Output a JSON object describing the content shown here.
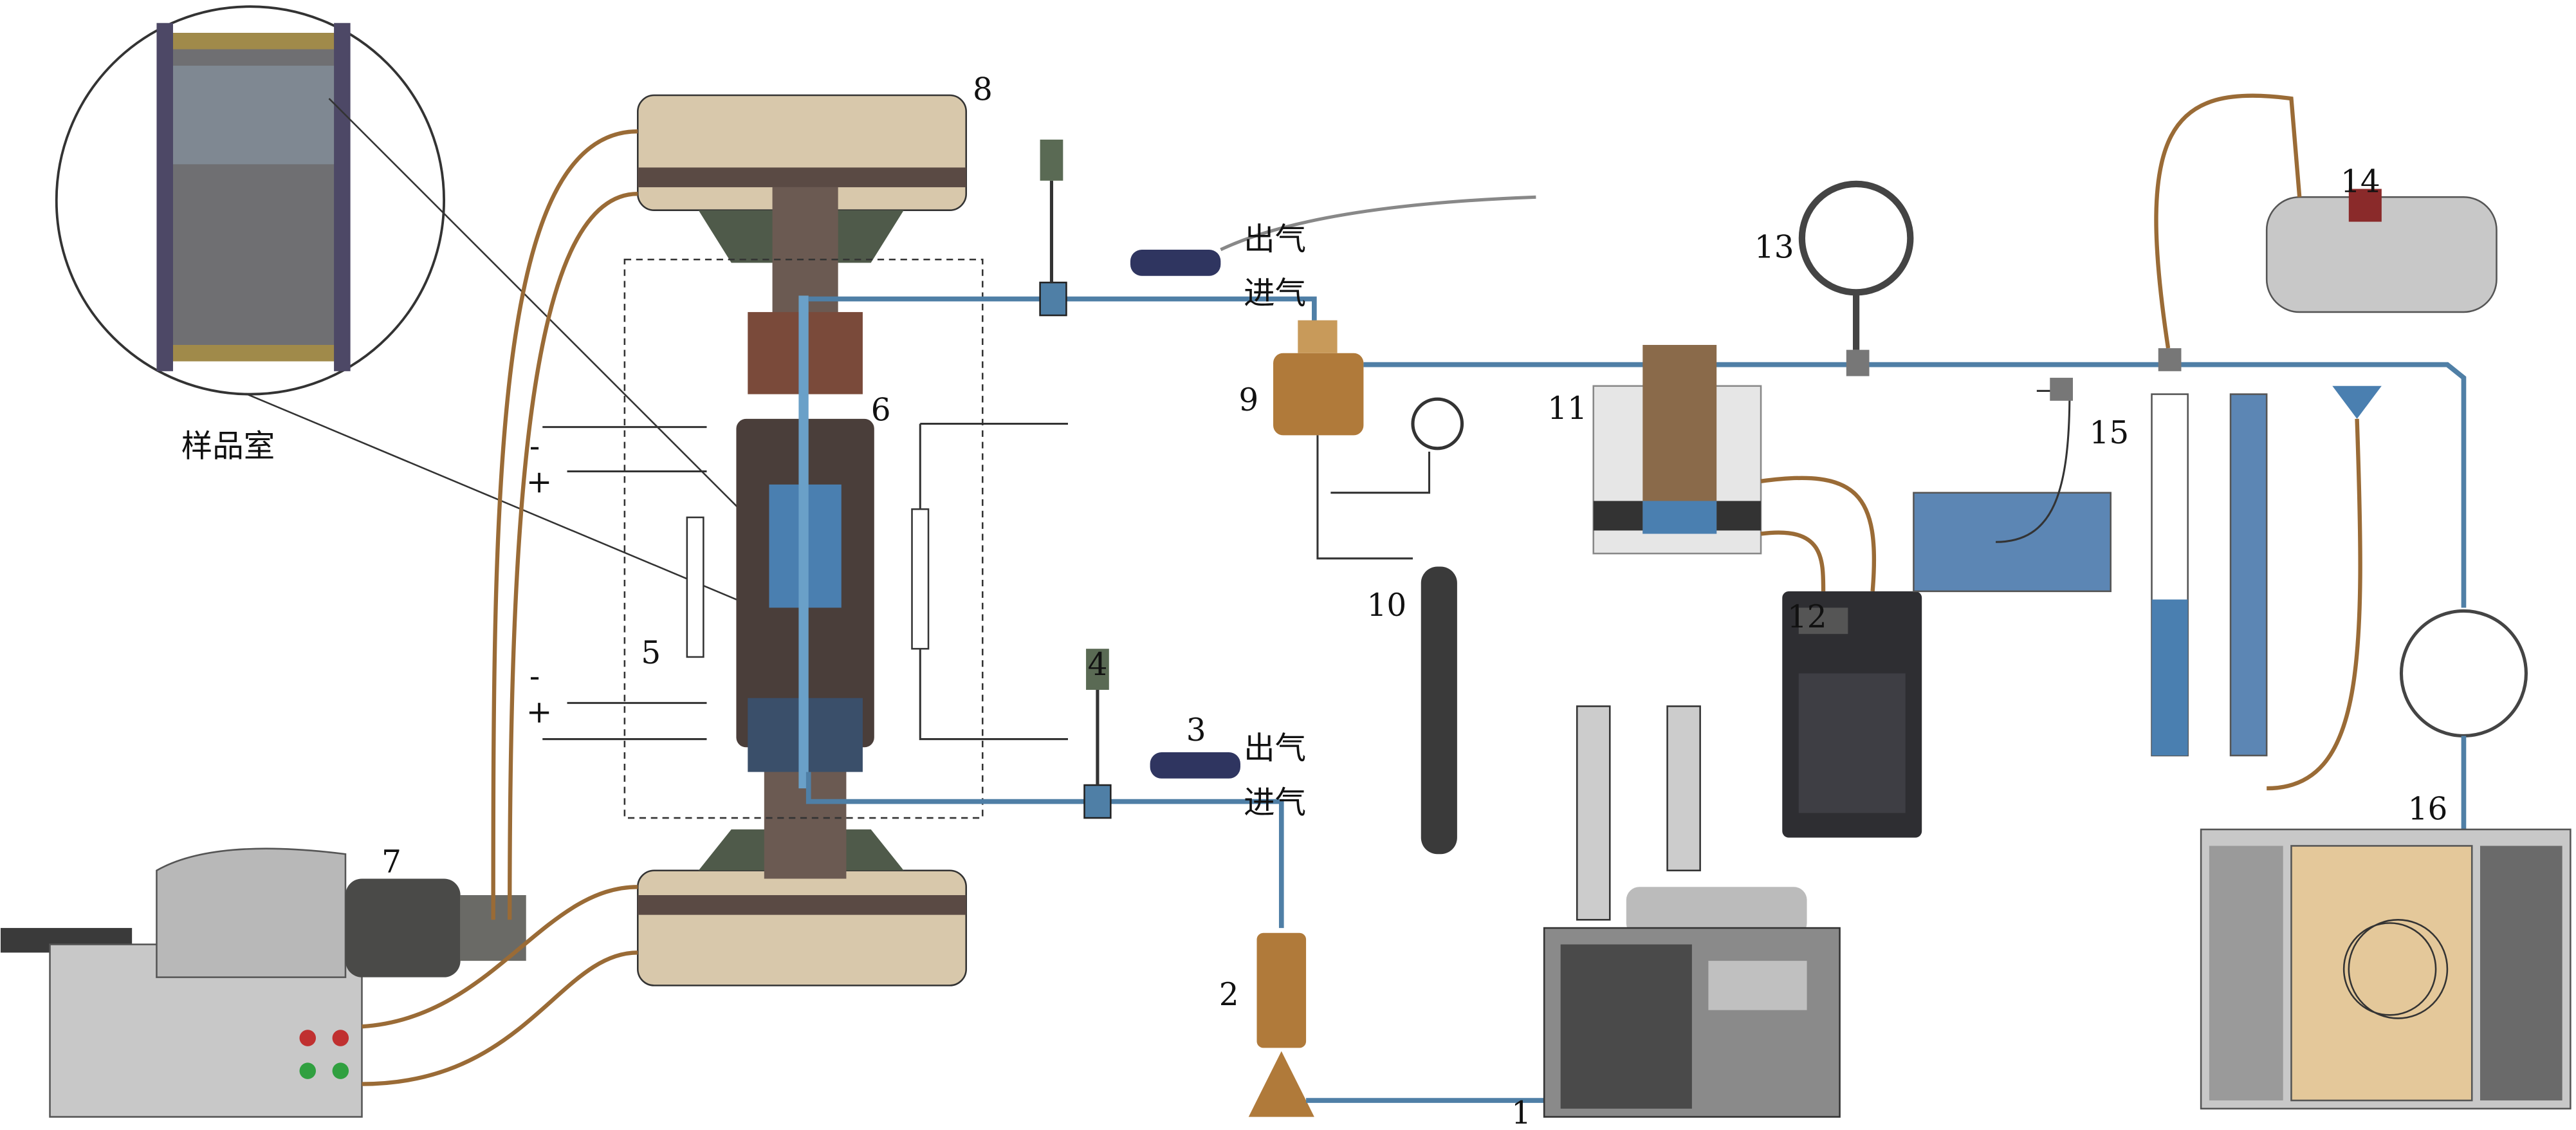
{
  "labels": {
    "n1": "1",
    "n2": "2",
    "n3": "3",
    "n4": "4",
    "n5": "5",
    "n6": "6",
    "n7": "7",
    "n8": "8",
    "n9": "9",
    "n10": "10",
    "n11": "11",
    "n12": "12",
    "n13": "13",
    "n14": "14",
    "n15": "15",
    "n16": "16",
    "gas_out_top": "出气",
    "gas_in_top": "进气",
    "gas_out_bottom": "出气",
    "gas_in_bottom": "进气",
    "sample_chamber": "样品室",
    "minus_top": "-",
    "plus_top": "+",
    "minus_bottom": "-",
    "plus_bottom": "+"
  },
  "colors": {
    "tube": "#4f7fa6",
    "hose": "#9a6b36",
    "press_frame": "#d8c8ab",
    "steel": "#6b5a52",
    "water": "#4a7fb0",
    "valve": "#2f3560"
  }
}
